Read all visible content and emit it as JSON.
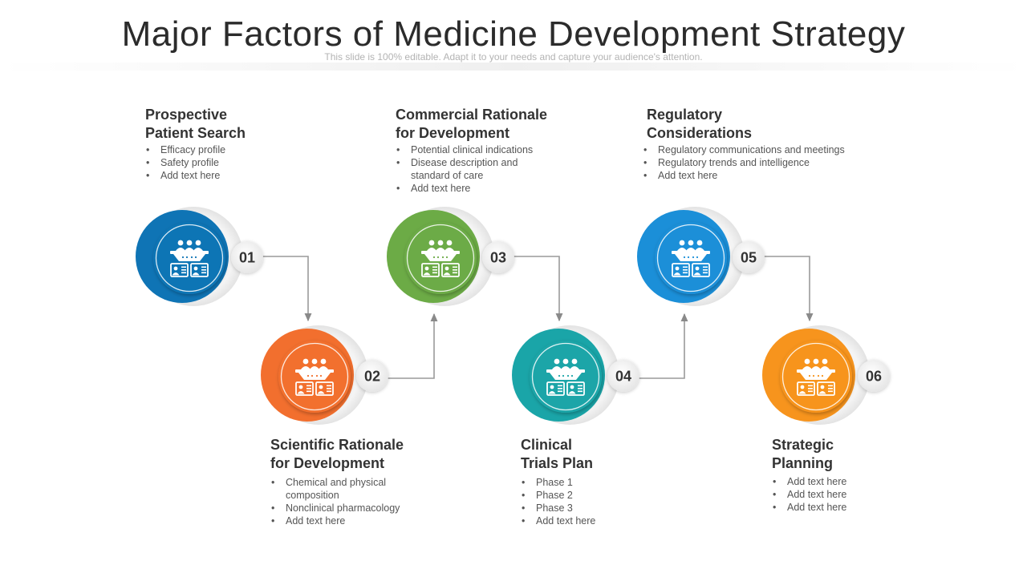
{
  "title": "Major Factors of Medicine Development Strategy",
  "subtitle": "This slide is 100% editable. Adapt it to your needs and capture your audience's attention.",
  "icon": "medical-team-icon",
  "steps": [
    {
      "number": "01",
      "color": "#0f74b5",
      "heading": [
        "Prospective",
        "Patient Search"
      ],
      "bullets": [
        "Efficacy profile",
        "Safety profile",
        "Add text here"
      ]
    },
    {
      "number": "02",
      "color": "#f26f2e",
      "heading": [
        "Scientific Rationale",
        "for Development"
      ],
      "bullets": [
        "Chemical and physical composition",
        "Nonclinical pharmacology",
        "Add text here"
      ]
    },
    {
      "number": "03",
      "color": "#6cab46",
      "heading": [
        "Commercial Rationale",
        "for Development"
      ],
      "bullets": [
        "Potential clinical indications",
        "Disease description and standard of care",
        "Add text here"
      ]
    },
    {
      "number": "04",
      "color": "#1aa5a8",
      "heading": [
        "Clinical",
        "Trials Plan"
      ],
      "bullets": [
        "Phase 1",
        "Phase 2",
        "Phase 3",
        "Add text here"
      ]
    },
    {
      "number": "05",
      "color": "#1b8fd8",
      "heading": [
        "Regulatory",
        "Considerations"
      ],
      "bullets": [
        "Regulatory communications and meetings",
        "Regulatory trends and intelligence",
        "Add text here"
      ]
    },
    {
      "number": "06",
      "color": "#f7941d",
      "heading": [
        "Strategic",
        "Planning"
      ],
      "bullets": [
        "Add text here",
        "Add text here",
        "Add text here"
      ]
    }
  ]
}
